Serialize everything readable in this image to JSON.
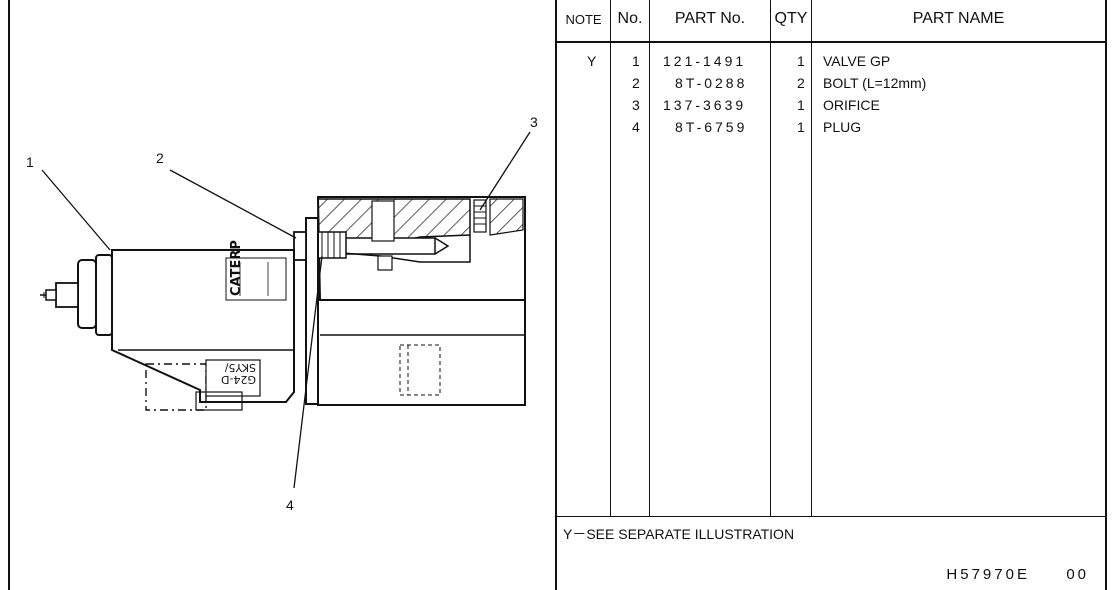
{
  "callouts": [
    "1",
    "2",
    "3",
    "4"
  ],
  "stamp_lines": [
    "CATERP",
    "SKY5/",
    "G24-D"
  ],
  "table": {
    "headers": {
      "note": "NOTE",
      "no": "No.",
      "part_no": "PART No.",
      "qty": "QTY",
      "part_name": "PART NAME"
    },
    "rows": [
      {
        "note": "Y",
        "no": "1",
        "part_no": "121-1491",
        "qty": "1",
        "part_name": "VALVE GP"
      },
      {
        "note": "",
        "no": "2",
        "part_no": "8T-0288",
        "qty": "2",
        "part_name": "BOLT (L=12mm)"
      },
      {
        "note": "",
        "no": "3",
        "part_no": "137-3639",
        "qty": "1",
        "part_name": "ORIFICE"
      },
      {
        "note": "",
        "no": "4",
        "part_no": "8T-6759",
        "qty": "1",
        "part_name": "PLUG"
      }
    ],
    "footnote": "Y－SEE SEPARATE ILLUSTRATION",
    "drawing_code": "H57970E",
    "revision": "00"
  }
}
